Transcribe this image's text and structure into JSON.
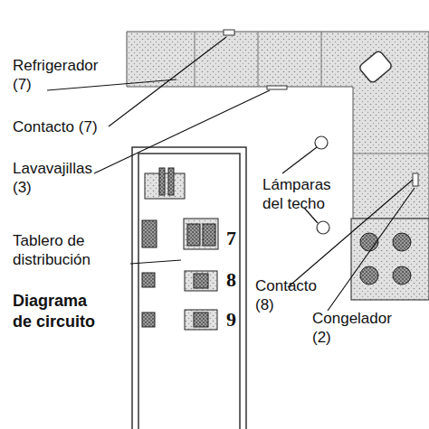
{
  "diagram": {
    "title": "Diagrama de circuito",
    "labels": [
      "Refrigerador (7)",
      "Contacto (7)",
      "Lavavajillas (3)",
      "Tablero de distribución",
      "Lámparas del techo",
      "Contacto (8)",
      "Congelador (2)",
      "7",
      "8",
      "9"
    ]
  }
}
